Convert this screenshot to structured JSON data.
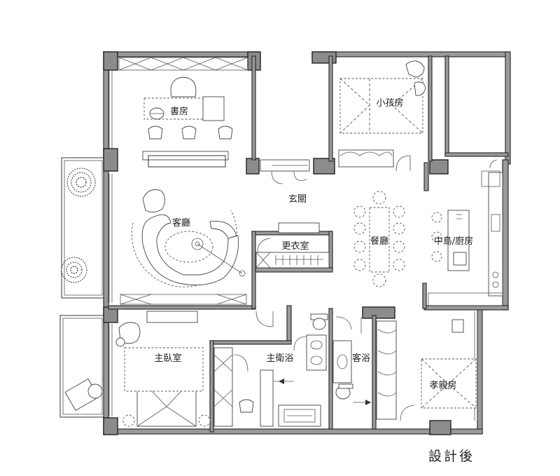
{
  "rooms": {
    "study": "書房",
    "kids_room": "小孩房",
    "entrance": "玄關",
    "living_room": "客廳",
    "dining_room": "餐廳",
    "island_kitchen": "中島/廚房",
    "walk_in_closet": "更衣室",
    "master_bedroom": "主臥室",
    "master_bath": "主衛浴",
    "guest_bath": "客浴",
    "parents_room": "孝親房"
  },
  "caption": "設計後",
  "colors": {
    "wall": "#9a9a9a",
    "pillar": "#8c8c8c",
    "line": "#333333",
    "background": "#ffffff"
  }
}
